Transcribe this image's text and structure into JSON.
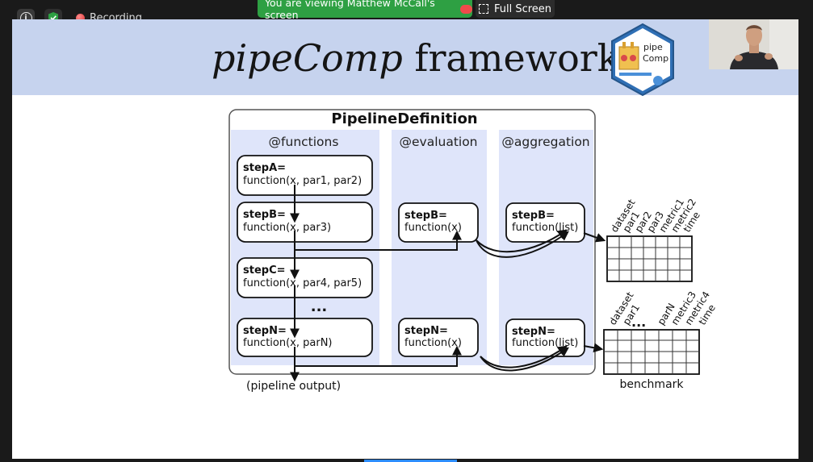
{
  "zoom": {
    "recording_label": "Recording...",
    "viewing_banner": "You are viewing Matthew McCall's screen",
    "fullscreen_label": "Full Screen",
    "icons": [
      "info-icon",
      "shield-icon",
      "recording-dot-icon",
      "cloud-icon",
      "fullscreen-icon"
    ]
  },
  "slide": {
    "title_italic": "pipeComp",
    "title_rest": " framework",
    "logo": {
      "line1": "pipe",
      "line2": "Comp"
    },
    "colors": {
      "header_bg": "#c6d3ee",
      "column_bg": "#dfe5fa",
      "banner_green": "#2ea043"
    }
  },
  "diagram": {
    "title": "PipelineDefinition",
    "columns": {
      "functions": "@functions",
      "evaluation": "@evaluation",
      "aggregation": "@aggregation"
    },
    "function_steps": [
      {
        "name": "stepA=",
        "code": "function(x, par1, par2)"
      },
      {
        "name": "stepB=",
        "code": "function(x, par3)"
      },
      {
        "name": "stepC=",
        "code": "function(x, par4, par5)"
      },
      {
        "name": "stepN=",
        "code": "function(x, parN)"
      }
    ],
    "ellipsis": "...",
    "evaluation_steps": [
      {
        "name": "stepB=",
        "code": "function(x)"
      },
      {
        "name": "stepN=",
        "code": "function(x)"
      }
    ],
    "aggregation_steps": [
      {
        "name": "stepB=",
        "code": "function(list)"
      },
      {
        "name": "stepN=",
        "code": "function(list)"
      }
    ],
    "pipeline_output": "(pipeline output)",
    "table1_headers": [
      "dataset",
      "par1",
      "par2",
      "par3",
      "metric1",
      "metric2",
      "time"
    ],
    "table2_headers": [
      "dataset",
      "par1",
      "...",
      "parN",
      "metric3",
      "metric4",
      "time"
    ],
    "benchmark_label": "benchmark"
  }
}
